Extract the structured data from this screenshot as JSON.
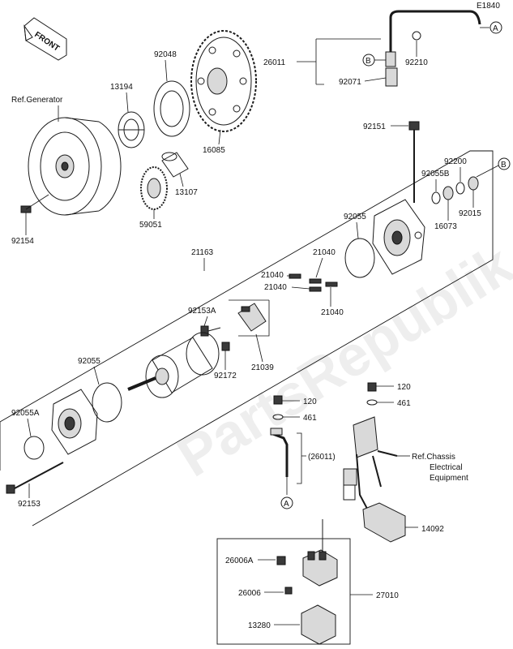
{
  "diagram_code": "E1840",
  "watermark": "PartsRepublik",
  "front_label": "FRONT",
  "refs": {
    "generator": "Ref.Generator",
    "chassis_line1": "Ref.Chassis",
    "chassis_line2": "Electrical",
    "chassis_line3": "Equipment"
  },
  "connectors": {
    "a": "A",
    "b": "B"
  },
  "parts": {
    "p92048": "92048",
    "p13194": "13194",
    "p16085": "16085",
    "p13107": "13107",
    "p59051": "59051",
    "p92154": "92154",
    "p26011": "26011",
    "p92210": "92210",
    "p92071": "92071",
    "p92151": "92151",
    "p92200": "92200",
    "p92055B": "92055B",
    "p92015": "92015",
    "p16073": "16073",
    "p92055": "92055",
    "p21163": "21163",
    "p21040a": "21040",
    "p21040b": "21040",
    "p21040c": "21040",
    "p21040d": "21040",
    "p92153A": "92153A",
    "p92172": "92172",
    "p21039": "21039",
    "p92055_2": "92055",
    "p92055A": "92055A",
    "p92153": "92153",
    "p120a": "120",
    "p461a": "461",
    "p120b": "120",
    "p461b": "461",
    "p26011b": "(26011)",
    "p14092": "14092",
    "p26006A": "26006A",
    "p26006": "26006",
    "p27010": "27010",
    "p13280": "13280"
  }
}
